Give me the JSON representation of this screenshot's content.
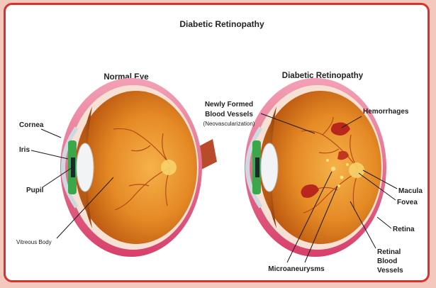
{
  "title": "Diabetic Retinopathy",
  "normal_eye": {
    "heading": "Normal Eye",
    "labels": {
      "cornea": "Cornea",
      "iris": "Iris",
      "pupil": "Pupil",
      "vitreous_body": "Vitreous Body"
    }
  },
  "diabetic_eye": {
    "heading": "Diabetic Retinopathy",
    "labels": {
      "new_vessels_line1": "Newly Formed",
      "new_vessels_line2": "Blood Vessels",
      "new_vessels_line3": "(Neovascularization)",
      "hemorrhages": "Hemorrhages",
      "macula": "Macula",
      "fovea": "Fovea",
      "retina": "Retina",
      "retinal_vessels_line1": "Retinal",
      "retinal_vessels_line2": "Blood",
      "retinal_vessels_line3": "Vessels",
      "microaneurysms": "Microaneurysms"
    }
  },
  "colors": {
    "border": "#d8322e",
    "background": "#f4c9bd",
    "eyeball": "#d9731a",
    "retina_center": "#f0a33a",
    "sclera_band": "#e25a7a",
    "iris": "#3aa84a",
    "hemorrhage": "#b8261c"
  }
}
